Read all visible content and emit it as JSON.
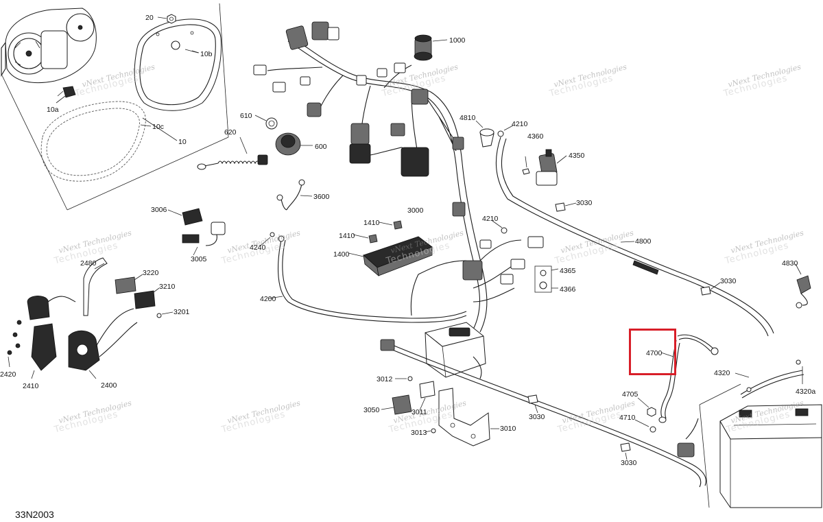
{
  "diagram": {
    "code": "33N2003",
    "watermark_top": "vNext Technologies",
    "watermark_sub": "Technologies",
    "labels": {
      "20": "20",
      "10b": "10b",
      "10a": "10a",
      "10c": "10c",
      "10": "10",
      "610": "610",
      "620": "620",
      "600": "600",
      "1000": "1000",
      "3600": "3600",
      "3006": "3006",
      "3005": "3005",
      "4240": "4240",
      "1410a": "1410",
      "1410b": "1410",
      "1400": "1400",
      "3000": "3000",
      "4210a": "4210",
      "4210b": "4210",
      "4810": "4810",
      "4360": "4360",
      "4350": "4350",
      "3030a": "3030",
      "4800": "4800",
      "4365": "4365",
      "4366": "4366",
      "3030b": "3030",
      "4830": "4830",
      "2480": "2480",
      "3220": "3220",
      "3210": "3210",
      "3201": "3201",
      "4200": "4200",
      "2420": "2420",
      "2410": "2410",
      "2400": "2400",
      "3012": "3012",
      "3050": "3050",
      "3011": "3011",
      "3013": "3013",
      "3010": "3010",
      "3030c": "3030",
      "4700": "4700",
      "4705": "4705",
      "4710": "4710",
      "4320": "4320",
      "4320a": "4320a",
      "3030d": "3030"
    },
    "highlight_color": "#d81e28"
  }
}
